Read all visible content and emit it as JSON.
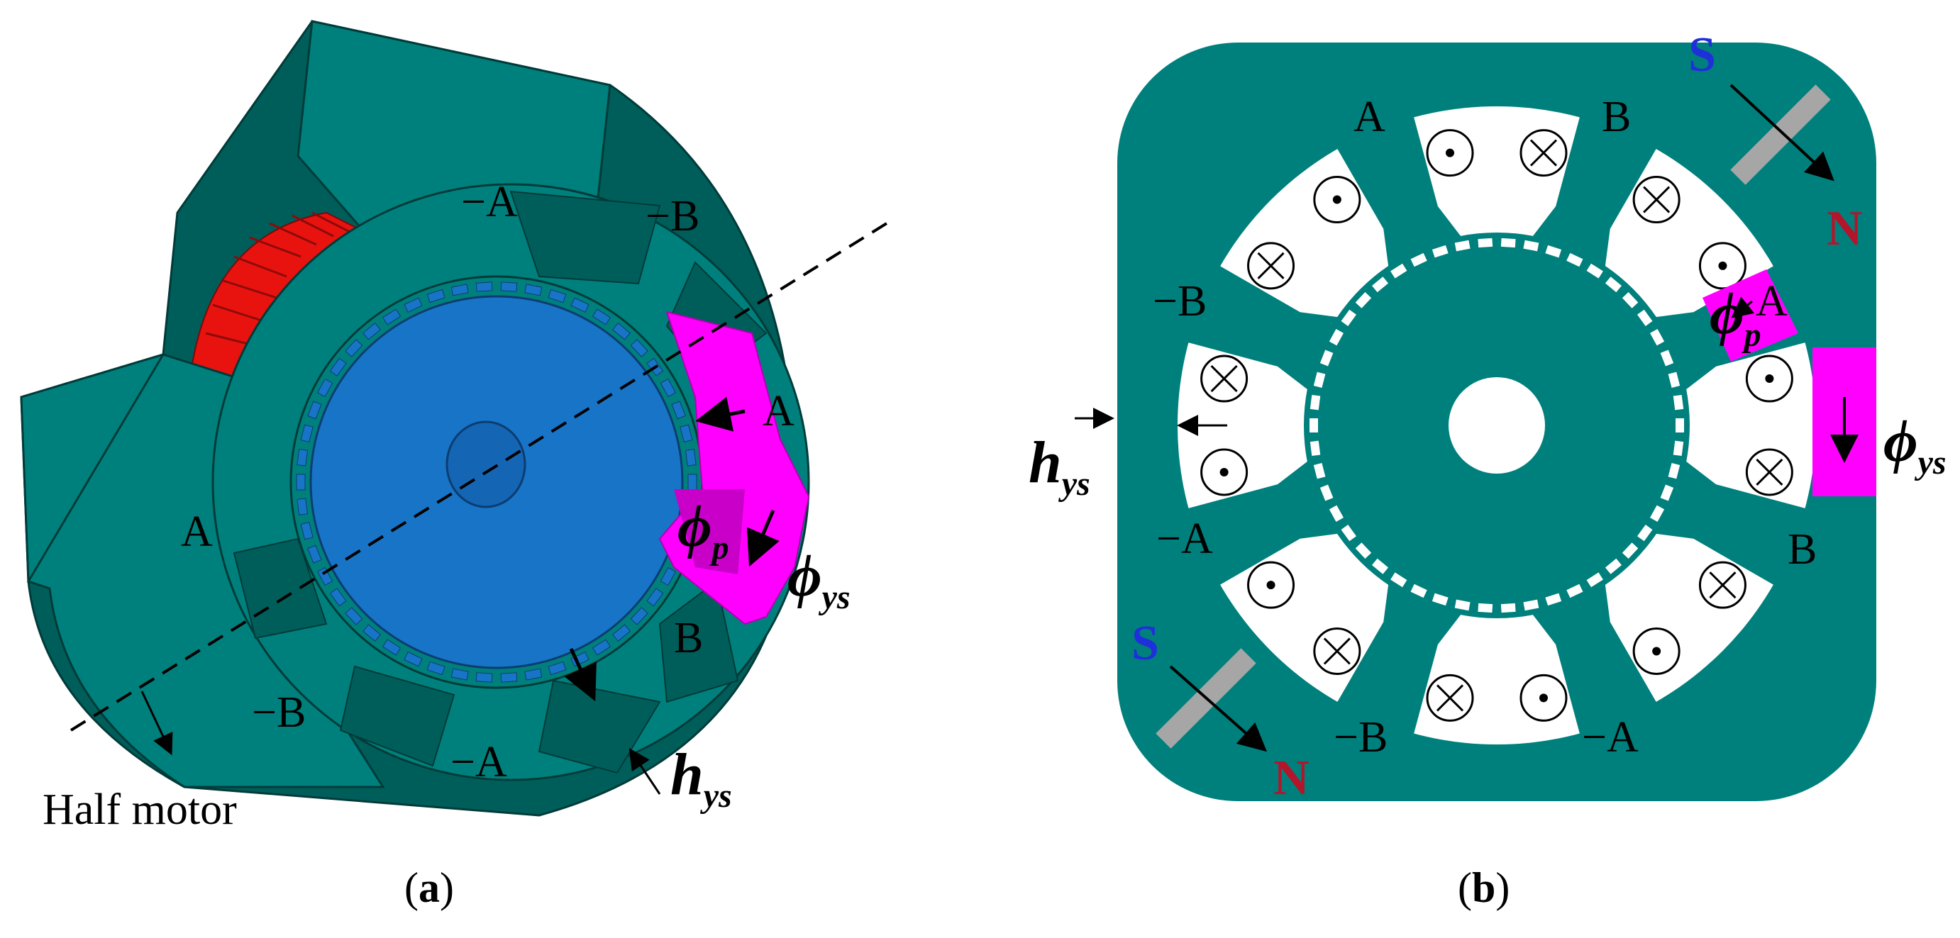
{
  "panel_a": {
    "caption_prefix": "(",
    "caption_letter": "a",
    "caption_suffix": ")",
    "phases": {
      "neg_a_top": "−A",
      "neg_b_top": "−B",
      "a_right": "A",
      "a_left": "A",
      "b_bottom": "B",
      "neg_b_bottom": "−B",
      "neg_a_bottom": "−A"
    },
    "flux_pole": {
      "symbol": "ϕ",
      "sub": "p"
    },
    "flux_yoke": {
      "symbol": "ϕ",
      "sub": "ys"
    },
    "yoke_thickness": {
      "symbol": "h",
      "sub": "ys"
    },
    "half_motor_label": "Half motor"
  },
  "panel_b": {
    "caption_prefix": "(",
    "caption_letter": "b",
    "caption_suffix": ")",
    "phases": {
      "a_top": "A",
      "b_top": "B",
      "neg_b_left": "−B",
      "a_right": "A",
      "neg_a_left": "−A",
      "b_right": "B",
      "neg_b_bottom": "−B",
      "neg_a_bottom": "−A"
    },
    "flux_pole": {
      "symbol": "ϕ",
      "sub": "p"
    },
    "flux_yoke": {
      "symbol": "ϕ",
      "sub": "ys"
    },
    "yoke_thickness": {
      "symbol": "h",
      "sub": "ys"
    },
    "magnet_top": {
      "south": "S",
      "north": "N"
    },
    "magnet_bottom": {
      "south": "S",
      "north": "N"
    }
  },
  "colors": {
    "stator": "#00807c",
    "stator_dark": "#005e5a",
    "rotor": "#1874c7",
    "winding": "#e8130f",
    "flux": "#ff00ff",
    "slot": "#ffffff",
    "magnet": "#a6a6a6",
    "south": "#1f2fd9",
    "north": "#b3152b"
  }
}
